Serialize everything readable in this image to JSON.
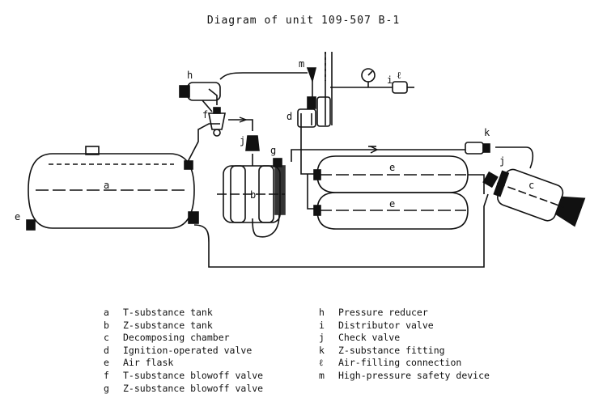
{
  "title": "Diagram of unit 109-507 B-1",
  "component_labels": {
    "a": "a",
    "b": "b",
    "c": "c",
    "d": "d",
    "e1": "e",
    "e2": "e",
    "e3": "e",
    "f": "f",
    "g": "g",
    "h": "h",
    "i": "i",
    "j1": "j",
    "j2": "j",
    "k": "k",
    "l": "ℓ",
    "m": "m"
  },
  "legend_left": [
    {
      "key": "a",
      "text": "T-substance tank"
    },
    {
      "key": "b",
      "text": "Z-substance tank"
    },
    {
      "key": "c",
      "text": "Decomposing chamber"
    },
    {
      "key": "d",
      "text": "Ignition-operated valve"
    },
    {
      "key": "e",
      "text": "Air flask"
    },
    {
      "key": "f",
      "text": "T-substance blowoff valve"
    },
    {
      "key": "g",
      "text": "Z-substance blowoff valve"
    }
  ],
  "legend_right": [
    {
      "key": "h",
      "text": "Pressure reducer"
    },
    {
      "key": "i",
      "text": "Distributor valve"
    },
    {
      "key": "j",
      "text": "Check valve"
    },
    {
      "key": "k",
      "text": "Z-substance fitting"
    },
    {
      "key": "ℓ",
      "text": "Air-filling connection"
    },
    {
      "key": "m",
      "text": "High-pressure safety device"
    }
  ]
}
